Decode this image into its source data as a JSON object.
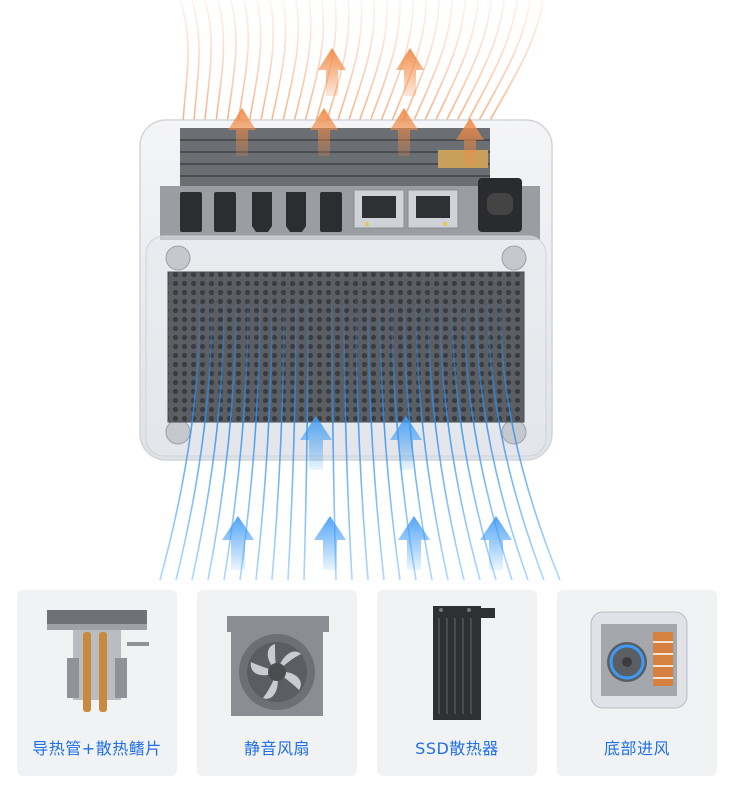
{
  "features": [
    {
      "label": "导热管+散热鳍片",
      "icon": "heat-pipe-fins-icon"
    },
    {
      "label": "静音风扇",
      "icon": "silent-fan-icon"
    },
    {
      "label": "SSD散热器",
      "icon": "ssd-heatsink-icon"
    },
    {
      "label": "底部进风",
      "icon": "bottom-intake-icon"
    }
  ],
  "colors": {
    "label": "#1f6fe6",
    "hot_airflow": "#f0833a",
    "cool_airflow": "#2a8df0",
    "card_bg": "#f1f2f4"
  }
}
